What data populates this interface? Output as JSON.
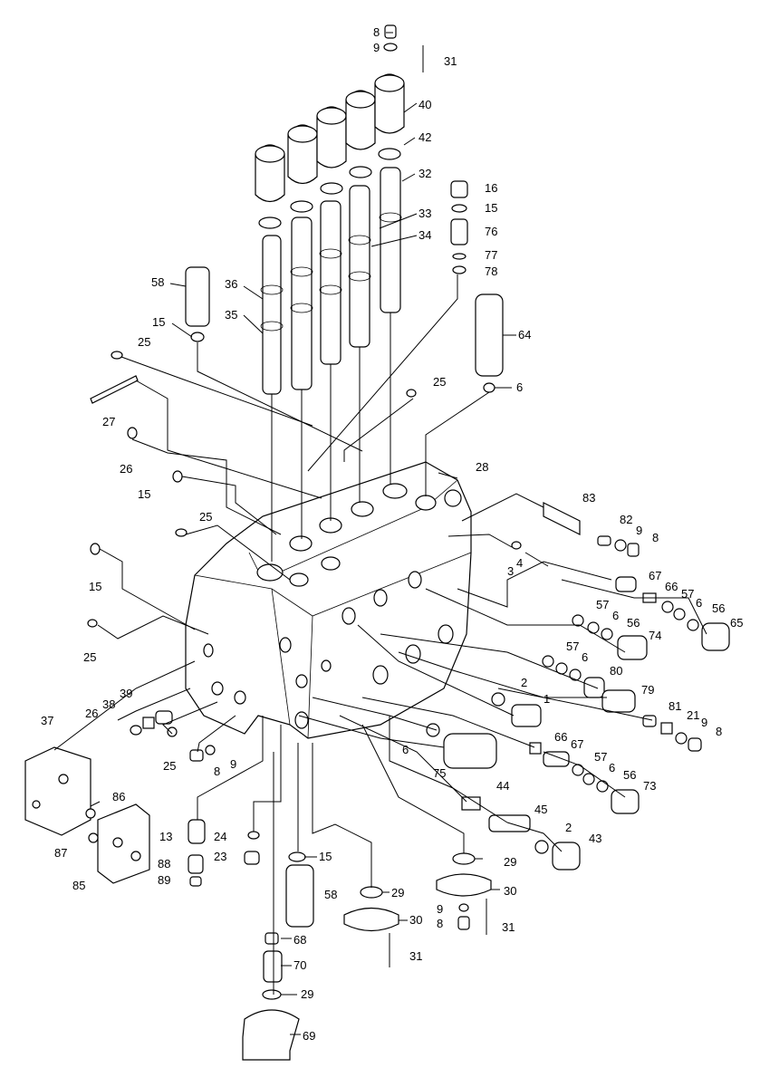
{
  "labels": {
    "l8a": "8",
    "l9a": "9",
    "l31a": "31",
    "l40": "40",
    "l42": "42",
    "l32": "32",
    "l16": "16",
    "l15a": "15",
    "l76": "76",
    "l77": "77",
    "l78": "78",
    "l33": "33",
    "l34": "34",
    "l58a": "58",
    "l36": "36",
    "l35": "35",
    "l15b": "15",
    "l25a": "25",
    "l64": "64",
    "l27": "27",
    "l25b": "25",
    "l6a": "6",
    "l26a": "26",
    "l28": "28",
    "l15c": "15",
    "l83": "83",
    "l25c": "25",
    "l82": "82",
    "l9b": "9",
    "l8b": "8",
    "l15d": "15",
    "l4": "4",
    "l3": "3",
    "l67a": "67",
    "l66a": "66",
    "l57a": "57",
    "l6b": "6",
    "l56a": "56",
    "l65": "65",
    "l25d": "25",
    "l57b": "57",
    "l6c": "6",
    "l56b": "56",
    "l74": "74",
    "l57c": "57",
    "l6d": "6",
    "l80": "80",
    "l2a": "2",
    "l1": "1",
    "l79": "79",
    "l37": "37",
    "l39": "39",
    "l38": "38",
    "l26b": "26",
    "l25e": "25",
    "l8c": "8",
    "l9c": "9",
    "l81": "81",
    "l21": "21",
    "l9d": "9",
    "l8d": "8",
    "l6e": "6",
    "l66b": "66",
    "l67b": "67",
    "l57d": "57",
    "l6f": "6",
    "l56c": "56",
    "l75": "75",
    "l73": "73",
    "l86": "86",
    "l44": "44",
    "l45": "45",
    "l13": "13",
    "l24": "24",
    "l2b": "2",
    "l43": "43",
    "l87": "87",
    "l23": "23",
    "l15e": "15",
    "l88": "88",
    "l29a": "29",
    "l89": "89",
    "l85": "85",
    "l30a": "30",
    "l58b": "58",
    "l29b": "29",
    "l9e": "9",
    "l30b": "30",
    "l8e": "8",
    "l31b": "31",
    "l68": "68",
    "l31c": "31",
    "l70": "70",
    "l29c": "29",
    "l69": "69"
  }
}
